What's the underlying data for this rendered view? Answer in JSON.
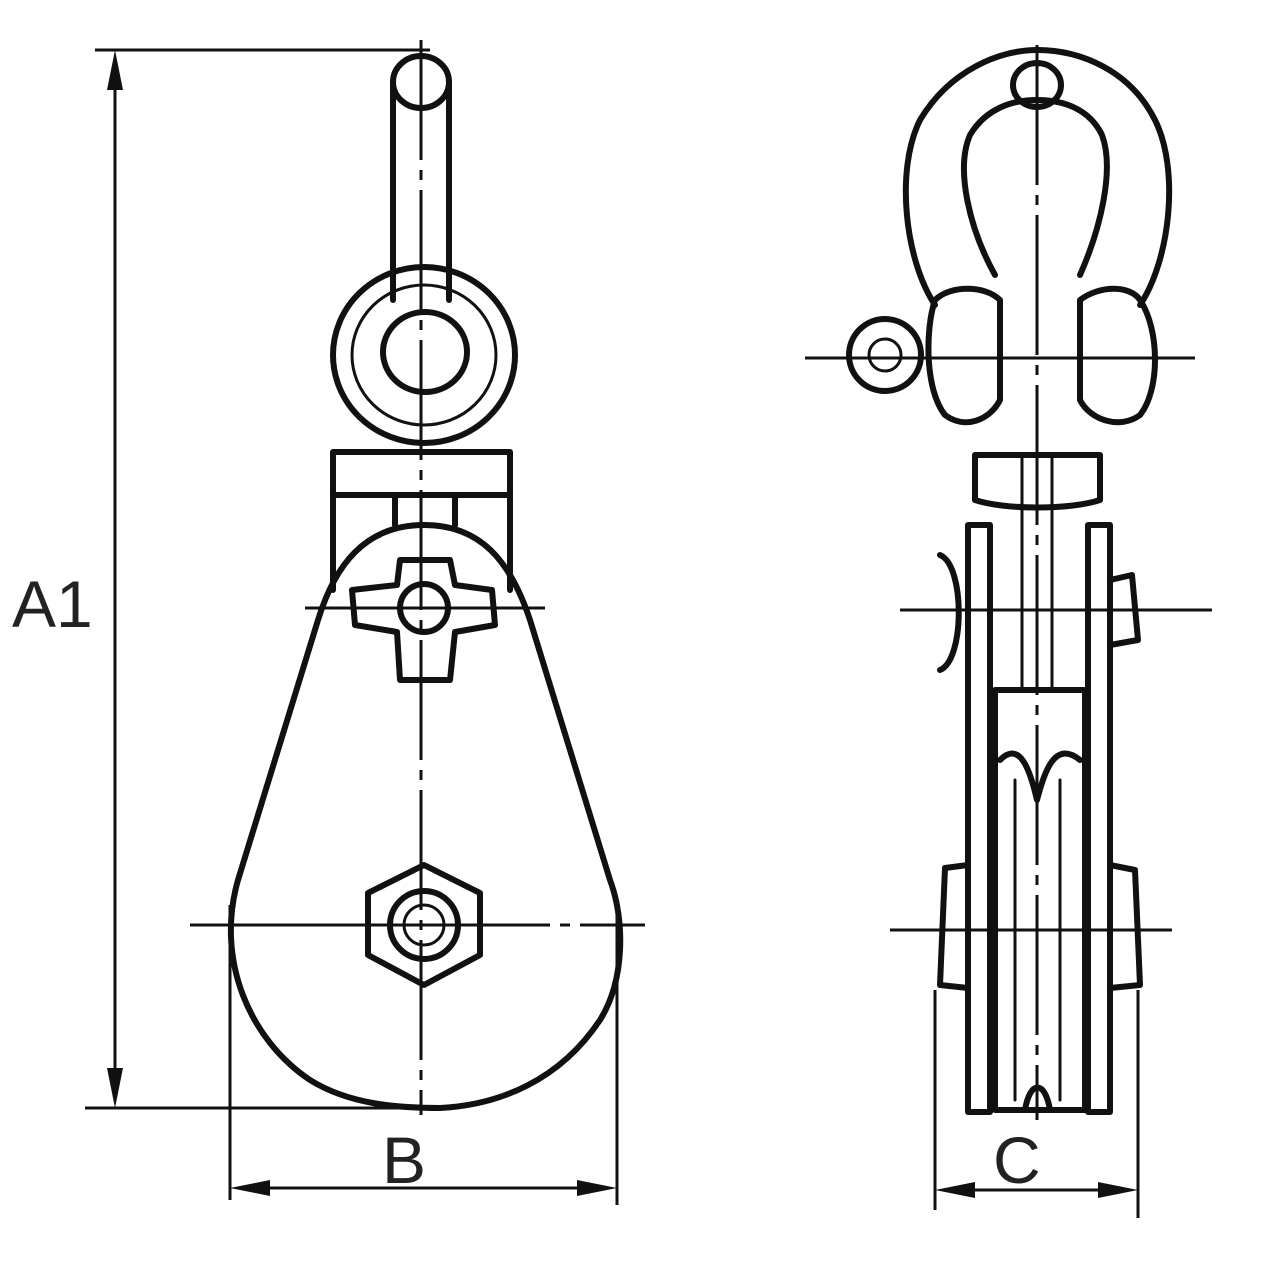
{
  "labels": {
    "height": "A1",
    "width": "B",
    "thickness": "C"
  },
  "colors": {
    "line": "#111111",
    "background": "#ffffff"
  }
}
